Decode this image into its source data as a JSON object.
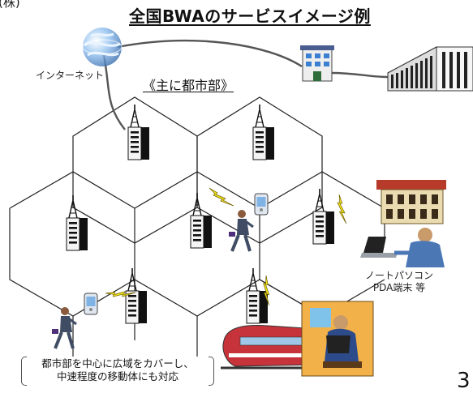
{
  "corner_text": "(株)",
  "title": "全国BWAのサービスイメージ例",
  "internet_label": "インターネット",
  "urban_label": "《主に都市部》",
  "device_note": [
    "ノートパソコン",
    "PDA端末 等"
  ],
  "caption": [
    "都市部を中心に広域をカバーし、",
    "中速程度の移動体にも対応"
  ],
  "page_number": "3"
}
